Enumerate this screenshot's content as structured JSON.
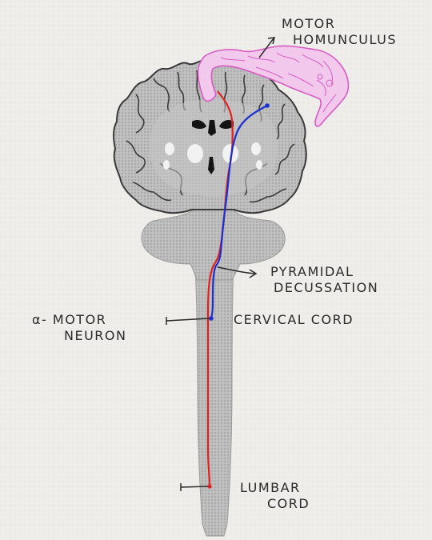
{
  "labels": {
    "motor_homunculus": [
      "MOTOR",
      "HOMUNCULUS"
    ],
    "pyramidal_decussation": [
      "PYRAMIDAL",
      "DECUSSATION"
    ],
    "alpha_motor_neuron": [
      "α- MOTOR",
      "NEURON"
    ],
    "cervical_cord": "CERVICAL CORD",
    "lumbar_cord": [
      "LUMBAR",
      "CORD"
    ]
  },
  "colors": {
    "background": "#efedea",
    "brain_tissue": "#b5b5b5",
    "brain_outline": "#3a3a3a",
    "homunculus": "#e89ad8",
    "pathway_red": "#e0201e",
    "pathway_blue": "#1c2fd0",
    "ink": "#2a2a2a"
  },
  "icons": {
    "pointer_arrows": "arrow-right-icon"
  }
}
